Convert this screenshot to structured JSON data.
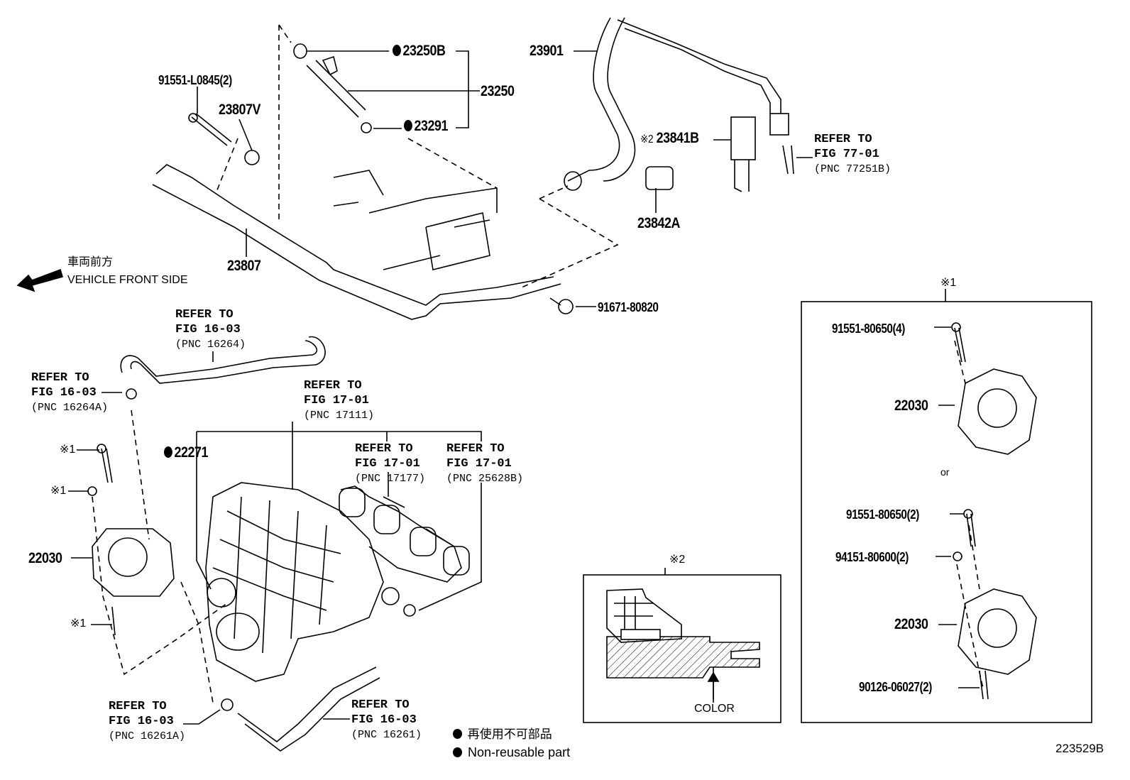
{
  "figure_id": "223529B",
  "direction": {
    "ja": "車両前方",
    "en": "VEHICLE FRONT SIDE"
  },
  "legend": {
    "marker": "filled-circle",
    "ja": "再使用不可部品",
    "en": "Non-reusable part"
  },
  "parts": {
    "p23250B": "23250B",
    "p23250": "23250",
    "p23291": "23291",
    "p23901": "23901",
    "p91551L": "91551-L0845(2)",
    "p23807V": "23807V",
    "p23807": "23807",
    "p23841B": "23841B",
    "p23842A": "23842A",
    "p91671": "91671-80820",
    "p22271": "22271",
    "p22030": "22030"
  },
  "marks": {
    "m1": "※1",
    "m2": "※2"
  },
  "refs": [
    {
      "line1": "REFER TO",
      "line2": "FIG 77-01",
      "pnc": "(PNC 77251B)"
    },
    {
      "line1": "REFER TO",
      "line2": "FIG 16-03",
      "pnc": "(PNC 16264)"
    },
    {
      "line1": "REFER TO",
      "line2": "FIG 16-03",
      "pnc": "(PNC 16264A)"
    },
    {
      "line1": "REFER TO",
      "line2": "FIG 17-01",
      "pnc": "(PNC 17111)"
    },
    {
      "line1": "REFER TO",
      "line2": "FIG 17-01",
      "pnc": "(PNC 17177)"
    },
    {
      "line1": "REFER TO",
      "line2": "FIG 17-01",
      "pnc": "(PNC 25628B)"
    },
    {
      "line1": "REFER TO",
      "line2": "FIG 16-03",
      "pnc": "(PNC 16261A)"
    },
    {
      "line1": "REFER TO",
      "line2": "FIG 16-03",
      "pnc": "(PNC 16261)"
    }
  ],
  "inset_color": {
    "title": "※2",
    "label": "COLOR"
  },
  "inset_alt": {
    "title": "※1",
    "bolt4": "91551-80650(4)",
    "body1": "22030",
    "or": "or",
    "bolt2": "91551-80650(2)",
    "nut2": "94151-80600(2)",
    "body2": "22030",
    "stud2": "90126-06027(2)"
  }
}
